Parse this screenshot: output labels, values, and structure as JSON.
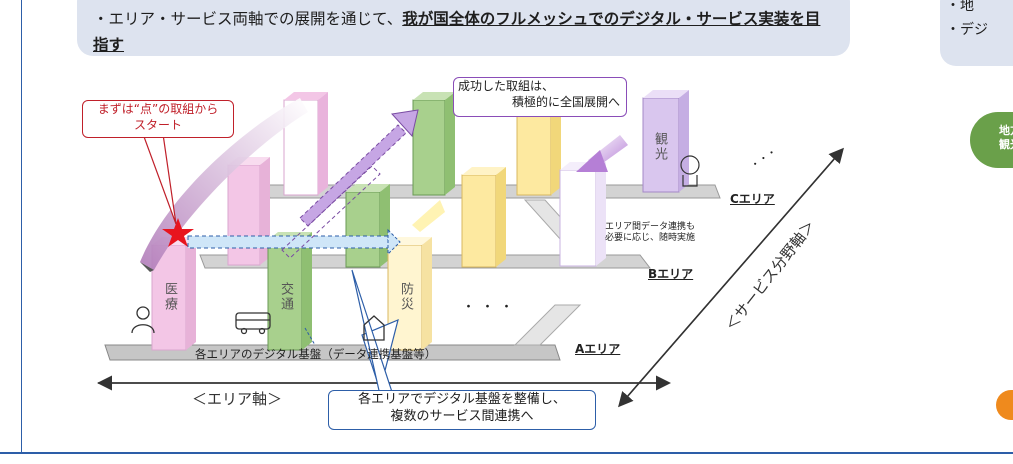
{
  "header": {
    "bullet_prefix": "・エリア・サービス両軸での展開を通じて、",
    "bold_text": "我が国全体のフルメッシュでのデジタル・サービス実装を目指す"
  },
  "right_panel": {
    "line1": "・地",
    "line2": "・デジ",
    "badge_text": "地方\n観光"
  },
  "callouts": {
    "start": "まずは“点”の取組から\nスタート",
    "expand_line1": "成功した取組は、",
    "expand_line2": "積極的に全国展開へ",
    "platform_line1": "各エリアでデジタル基盤を整備し、",
    "platform_line2": "複数のサービス間連携へ"
  },
  "areas": {
    "a": "Aエリア",
    "b": "Bエリア",
    "c": "Cエリア"
  },
  "services": {
    "medical": "医療",
    "transport": "交通",
    "disaster": "防災",
    "tourism": "観光"
  },
  "base_label": "各エリアのデジタル基盤（データ連携基盤等）",
  "inter_area_note": "エリア間データ連携も\n必要に応じ、随時実施",
  "ellipsis_row": "・・・",
  "ellipsis_top": "・・・",
  "axes": {
    "area_axis": "＜エリア軸＞",
    "service_axis": "＜サービス分野軸＞"
  },
  "colors": {
    "frame": "#2d5ea8",
    "pink": "#f3c6e6",
    "green": "#a8d08d",
    "yellow": "#fde9a0",
    "purple": "#d9c6ee",
    "red": "#c0202a"
  }
}
